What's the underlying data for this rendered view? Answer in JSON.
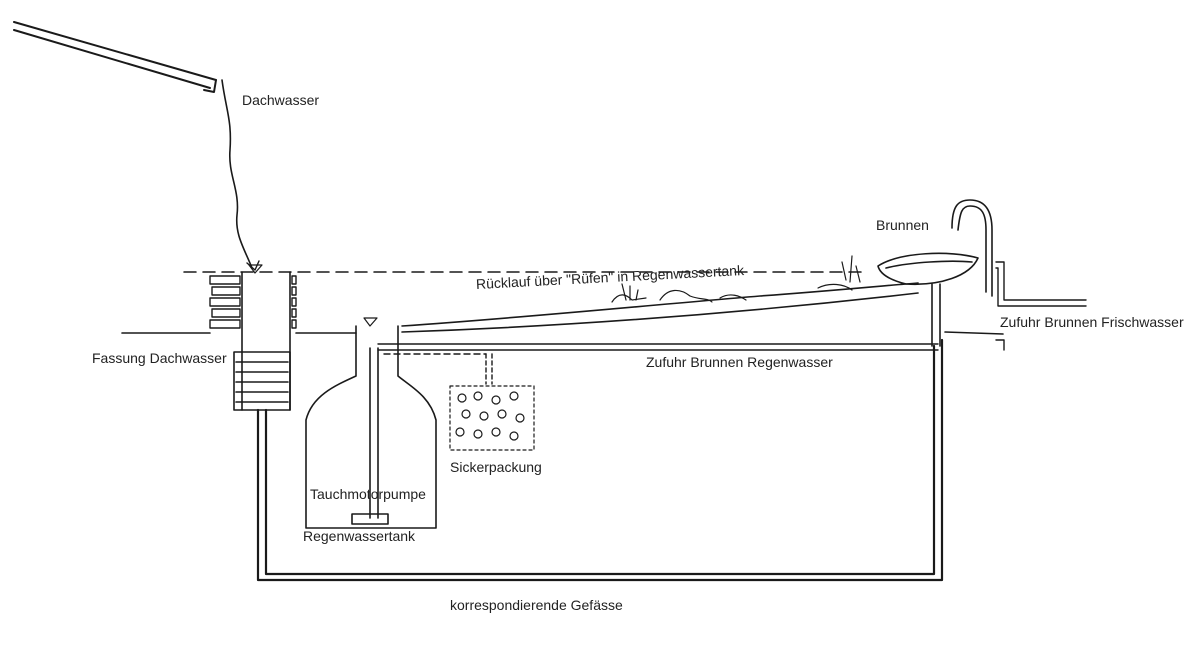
{
  "labels": {
    "roof_water": "Dachwasser",
    "fountain": "Brunnen",
    "return_flow": "Rücklauf über \"Rüfen\" in Regenwassertank",
    "fresh_water_supply": "Zufuhr Brunnen Frischwasser",
    "roof_water_intake": "Fassung Dachwasser",
    "rain_water_supply": "Zufuhr Brunnen Regenwasser",
    "seepage_pack": "Sickerpackung",
    "submersible_pump": "Tauchmotorpumpe",
    "rain_water_tank": "Regenwassertank",
    "communicating_vessels": "korrespondierende Gefässe"
  },
  "colors": {
    "ink": "#1a1a1a",
    "paper": "#ffffff"
  }
}
